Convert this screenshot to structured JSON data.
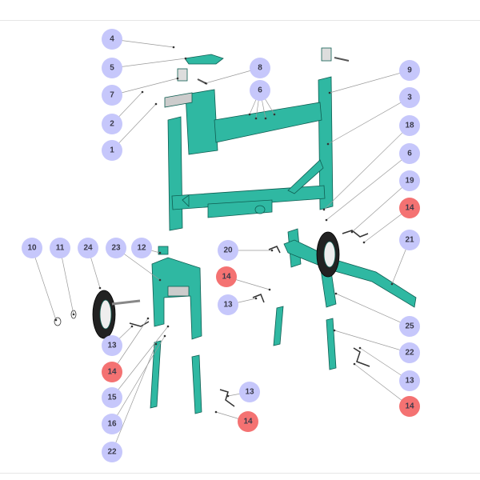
{
  "diagram": {
    "colors": {
      "callout_default": "#c6c7fb",
      "callout_highlight": "#f47272",
      "part": "#2fb8a2",
      "part_stroke": "#0f5e52",
      "leader": "#9a9a9a"
    },
    "callouts": [
      {
        "label": "4",
        "highlight": false
      },
      {
        "label": "5",
        "highlight": false
      },
      {
        "label": "7",
        "highlight": false
      },
      {
        "label": "2",
        "highlight": false
      },
      {
        "label": "1",
        "highlight": false
      },
      {
        "label": "8",
        "highlight": false
      },
      {
        "label": "6",
        "highlight": false
      },
      {
        "label": "9",
        "highlight": false
      },
      {
        "label": "3",
        "highlight": false
      },
      {
        "label": "18",
        "highlight": false
      },
      {
        "label": "6",
        "highlight": false
      },
      {
        "label": "19",
        "highlight": false
      },
      {
        "label": "14",
        "highlight": true
      },
      {
        "label": "21",
        "highlight": false
      },
      {
        "label": "10",
        "highlight": false
      },
      {
        "label": "11",
        "highlight": false
      },
      {
        "label": "24",
        "highlight": false
      },
      {
        "label": "23",
        "highlight": false
      },
      {
        "label": "12",
        "highlight": false
      },
      {
        "label": "20",
        "highlight": false
      },
      {
        "label": "14",
        "highlight": true
      },
      {
        "label": "13",
        "highlight": false
      },
      {
        "label": "25",
        "highlight": false
      },
      {
        "label": "13",
        "highlight": false
      },
      {
        "label": "22",
        "highlight": false
      },
      {
        "label": "14",
        "highlight": true
      },
      {
        "label": "13",
        "highlight": false
      },
      {
        "label": "15",
        "highlight": false
      },
      {
        "label": "13",
        "highlight": false
      },
      {
        "label": "14",
        "highlight": true
      },
      {
        "label": "16",
        "highlight": false
      },
      {
        "label": "14",
        "highlight": true
      },
      {
        "label": "22",
        "highlight": false
      }
    ]
  }
}
